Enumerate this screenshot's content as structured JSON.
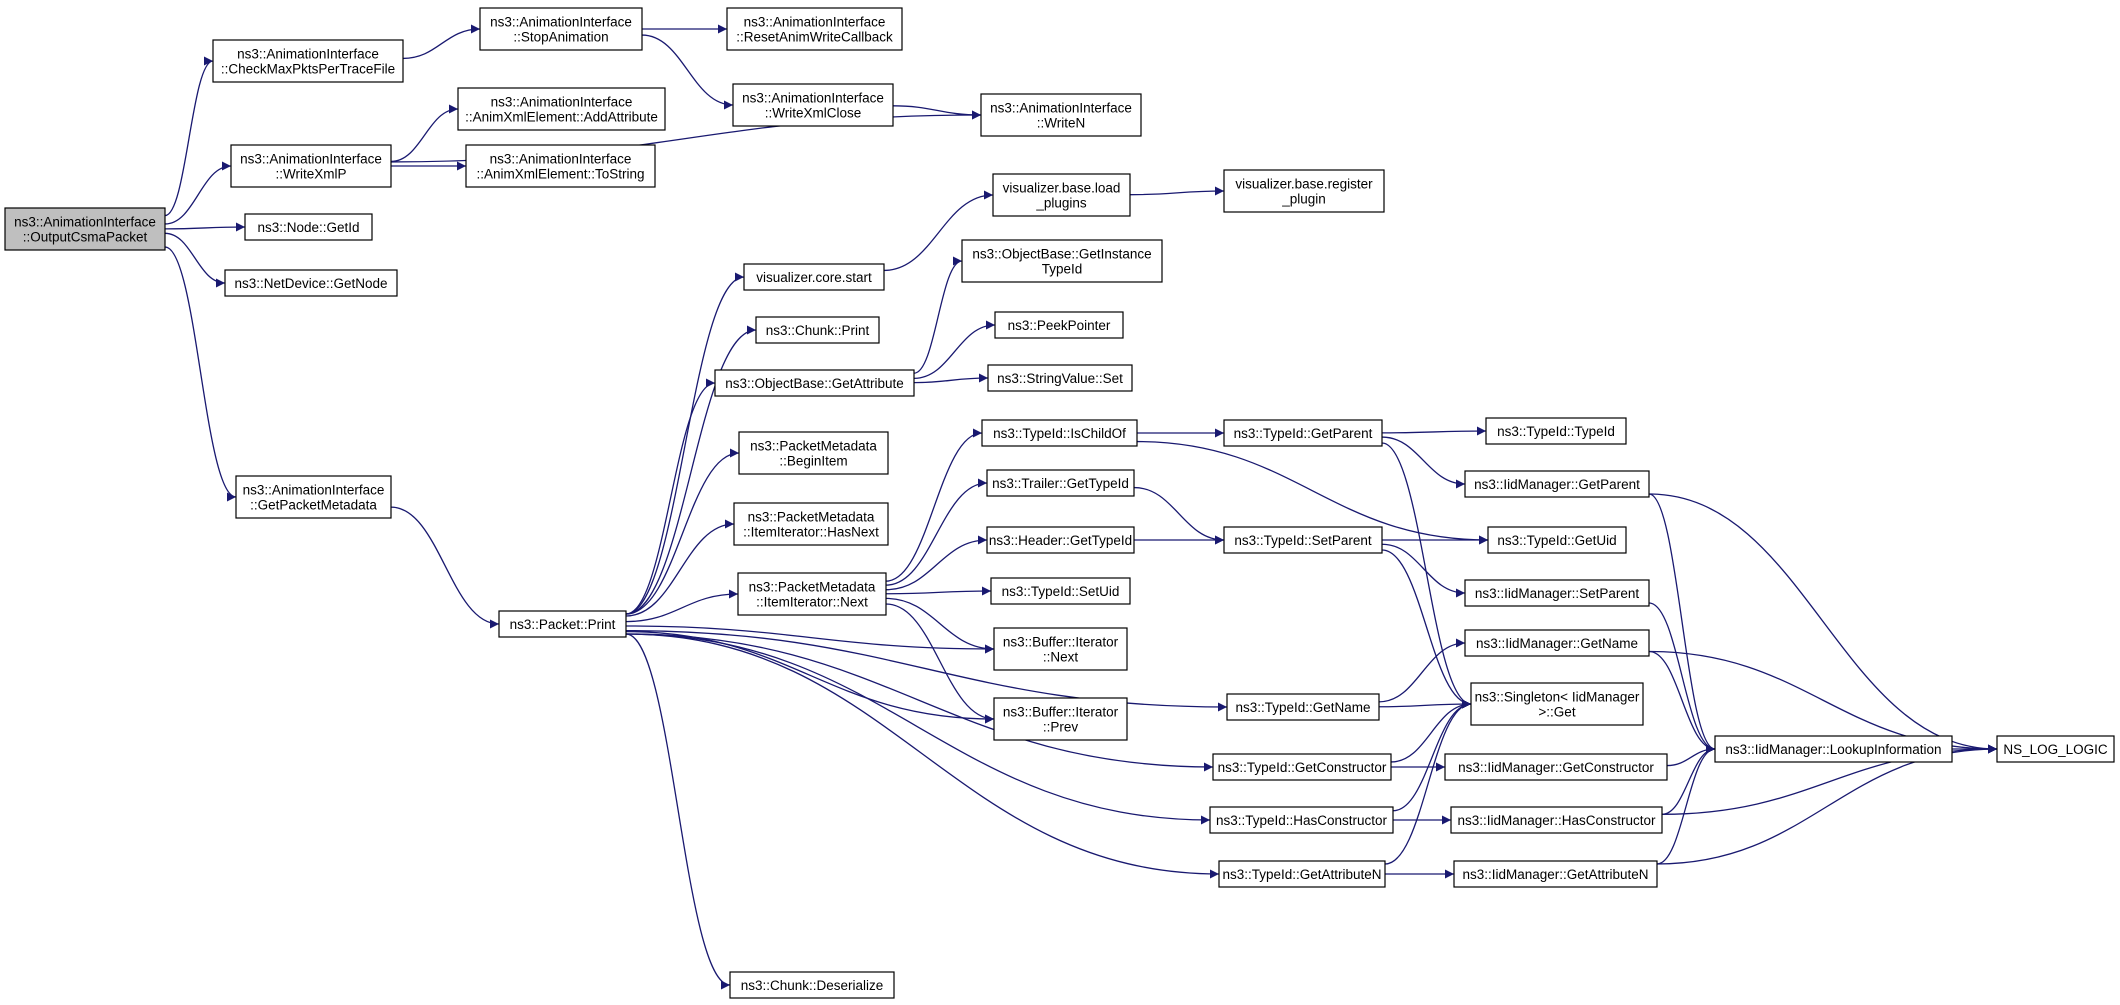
{
  "colors": {
    "edge": "#191970",
    "node_border": "#000000",
    "node_fill": "#ffffff",
    "root_fill": "#bfbfbf"
  },
  "nodes": [
    {
      "id": "n0",
      "root": true,
      "lines": [
        "ns3::AnimationInterface",
        "::OutputCsmaPacket"
      ]
    },
    {
      "id": "n1",
      "lines": [
        "ns3::AnimationInterface",
        "::CheckMaxPktsPerTraceFile"
      ]
    },
    {
      "id": "n2",
      "lines": [
        "ns3::AnimationInterface",
        "::WriteXmlP"
      ]
    },
    {
      "id": "n3",
      "lines": [
        "ns3::Node::GetId"
      ]
    },
    {
      "id": "n4",
      "lines": [
        "ns3::NetDevice::GetNode"
      ]
    },
    {
      "id": "n5",
      "lines": [
        "ns3::AnimationInterface",
        "::GetPacketMetadata"
      ]
    },
    {
      "id": "n6",
      "lines": [
        "ns3::AnimationInterface",
        "::StopAnimation"
      ]
    },
    {
      "id": "n7",
      "lines": [
        "ns3::AnimationInterface",
        "::ResetAnimWriteCallback"
      ]
    },
    {
      "id": "n8",
      "lines": [
        "ns3::AnimationInterface",
        "::WriteXmlClose"
      ]
    },
    {
      "id": "n9",
      "lines": [
        "ns3::AnimationInterface",
        "::WriteN"
      ]
    },
    {
      "id": "n10",
      "lines": [
        "ns3::AnimationInterface",
        "::AnimXmlElement::AddAttribute"
      ]
    },
    {
      "id": "n11",
      "lines": [
        "ns3::AnimationInterface",
        "::AnimXmlElement::ToString"
      ]
    },
    {
      "id": "n12",
      "lines": [
        "ns3::Packet::Print"
      ]
    },
    {
      "id": "n13",
      "lines": [
        "visualizer.core.start"
      ]
    },
    {
      "id": "n14",
      "lines": [
        "visualizer.base.load",
        "_plugins"
      ]
    },
    {
      "id": "n15",
      "lines": [
        "visualizer.base.register",
        "_plugin"
      ]
    },
    {
      "id": "n16",
      "lines": [
        "ns3::Chunk::Print"
      ]
    },
    {
      "id": "n17",
      "lines": [
        "ns3::ObjectBase::GetAttribute"
      ]
    },
    {
      "id": "n18",
      "lines": [
        "ns3::ObjectBase::GetInstance",
        "TypeId"
      ]
    },
    {
      "id": "n19",
      "lines": [
        "ns3::PeekPointer"
      ]
    },
    {
      "id": "n20",
      "lines": [
        "ns3::StringValue::Set"
      ]
    },
    {
      "id": "n21",
      "lines": [
        "ns3::PacketMetadata",
        "::BeginItem"
      ]
    },
    {
      "id": "n22",
      "lines": [
        "ns3::PacketMetadata",
        "::ItemIterator::HasNext"
      ]
    },
    {
      "id": "n23",
      "lines": [
        "ns3::PacketMetadata",
        "::ItemIterator::Next"
      ]
    },
    {
      "id": "n24",
      "lines": [
        "ns3::TypeId::IsChildOf"
      ]
    },
    {
      "id": "n25",
      "lines": [
        "ns3::Trailer::GetTypeId"
      ]
    },
    {
      "id": "n26",
      "lines": [
        "ns3::Header::GetTypeId"
      ]
    },
    {
      "id": "n27",
      "lines": [
        "ns3::TypeId::SetUid"
      ]
    },
    {
      "id": "n28",
      "lines": [
        "ns3::Buffer::Iterator",
        "::Next"
      ]
    },
    {
      "id": "n29",
      "lines": [
        "ns3::Buffer::Iterator",
        "::Prev"
      ]
    },
    {
      "id": "n30",
      "lines": [
        "ns3::Chunk::Deserialize"
      ]
    },
    {
      "id": "n31",
      "lines": [
        "ns3::TypeId::GetParent"
      ]
    },
    {
      "id": "n32",
      "lines": [
        "ns3::TypeId::TypeId"
      ]
    },
    {
      "id": "n33",
      "lines": [
        "ns3::IidManager::GetParent"
      ]
    },
    {
      "id": "n34",
      "lines": [
        "ns3::TypeId::SetParent"
      ]
    },
    {
      "id": "n35",
      "lines": [
        "ns3::TypeId::GetUid"
      ]
    },
    {
      "id": "n36",
      "lines": [
        "ns3::IidManager::SetParent"
      ]
    },
    {
      "id": "n37",
      "lines": [
        "ns3::TypeId::GetName"
      ]
    },
    {
      "id": "n38",
      "lines": [
        "ns3::IidManager::GetName"
      ]
    },
    {
      "id": "n39",
      "lines": [
        "ns3::Singleton< IidManager",
        " >::Get"
      ]
    },
    {
      "id": "n40",
      "lines": [
        "ns3::TypeId::GetConstructor"
      ]
    },
    {
      "id": "n41",
      "lines": [
        "ns3::IidManager::GetConstructor"
      ]
    },
    {
      "id": "n42",
      "lines": [
        "ns3::IidManager::LookupInformation"
      ]
    },
    {
      "id": "n43",
      "lines": [
        "NS_LOG_LOGIC"
      ]
    },
    {
      "id": "n44",
      "lines": [
        "ns3::TypeId::HasConstructor"
      ]
    },
    {
      "id": "n45",
      "lines": [
        "ns3::IidManager::HasConstructor"
      ]
    },
    {
      "id": "n46",
      "lines": [
        "ns3::TypeId::GetAttributeN"
      ]
    },
    {
      "id": "n47",
      "lines": [
        "ns3::IidManager::GetAttributeN"
      ]
    }
  ],
  "edges": [
    {
      "from": "n0",
      "to": "n1"
    },
    {
      "from": "n0",
      "to": "n2"
    },
    {
      "from": "n0",
      "to": "n3"
    },
    {
      "from": "n0",
      "to": "n4"
    },
    {
      "from": "n0",
      "to": "n5"
    },
    {
      "from": "n1",
      "to": "n6"
    },
    {
      "from": "n6",
      "to": "n7"
    },
    {
      "from": "n6",
      "to": "n8"
    },
    {
      "from": "n8",
      "to": "n9"
    },
    {
      "from": "n2",
      "to": "n10"
    },
    {
      "from": "n2",
      "to": "n11"
    },
    {
      "from": "n2",
      "to": "n9"
    },
    {
      "from": "n5",
      "to": "n12"
    },
    {
      "from": "n12",
      "to": "n13"
    },
    {
      "from": "n12",
      "to": "n16"
    },
    {
      "from": "n12",
      "to": "n17"
    },
    {
      "from": "n12",
      "to": "n21"
    },
    {
      "from": "n12",
      "to": "n22"
    },
    {
      "from": "n12",
      "to": "n23"
    },
    {
      "from": "n12",
      "to": "n28"
    },
    {
      "from": "n12",
      "to": "n29"
    },
    {
      "from": "n12",
      "to": "n37"
    },
    {
      "from": "n12",
      "to": "n40"
    },
    {
      "from": "n12",
      "to": "n44"
    },
    {
      "from": "n12",
      "to": "n46"
    },
    {
      "from": "n12",
      "to": "n30"
    },
    {
      "from": "n13",
      "to": "n14"
    },
    {
      "from": "n14",
      "to": "n15"
    },
    {
      "from": "n17",
      "to": "n18"
    },
    {
      "from": "n17",
      "to": "n19"
    },
    {
      "from": "n17",
      "to": "n20"
    },
    {
      "from": "n23",
      "to": "n24"
    },
    {
      "from": "n23",
      "to": "n25"
    },
    {
      "from": "n23",
      "to": "n26"
    },
    {
      "from": "n23",
      "to": "n27"
    },
    {
      "from": "n23",
      "to": "n28"
    },
    {
      "from": "n23",
      "to": "n29"
    },
    {
      "from": "n24",
      "to": "n31"
    },
    {
      "from": "n24",
      "to": "n35"
    },
    {
      "from": "n25",
      "to": "n34"
    },
    {
      "from": "n26",
      "to": "n34"
    },
    {
      "from": "n31",
      "to": "n32"
    },
    {
      "from": "n31",
      "to": "n33"
    },
    {
      "from": "n31",
      "to": "n39"
    },
    {
      "from": "n33",
      "to": "n42"
    },
    {
      "from": "n33",
      "to": "n43"
    },
    {
      "from": "n34",
      "to": "n35"
    },
    {
      "from": "n34",
      "to": "n36"
    },
    {
      "from": "n34",
      "to": "n39"
    },
    {
      "from": "n36",
      "to": "n42"
    },
    {
      "from": "n37",
      "to": "n38"
    },
    {
      "from": "n37",
      "to": "n39"
    },
    {
      "from": "n38",
      "to": "n42"
    },
    {
      "from": "n38",
      "to": "n43"
    },
    {
      "from": "n40",
      "to": "n39"
    },
    {
      "from": "n40",
      "to": "n41"
    },
    {
      "from": "n41",
      "to": "n42"
    },
    {
      "from": "n42",
      "to": "n43"
    },
    {
      "from": "n44",
      "to": "n39"
    },
    {
      "from": "n44",
      "to": "n45"
    },
    {
      "from": "n45",
      "to": "n42"
    },
    {
      "from": "n45",
      "to": "n43"
    },
    {
      "from": "n46",
      "to": "n39"
    },
    {
      "from": "n46",
      "to": "n47"
    },
    {
      "from": "n47",
      "to": "n42"
    },
    {
      "from": "n47",
      "to": "n43"
    }
  ]
}
